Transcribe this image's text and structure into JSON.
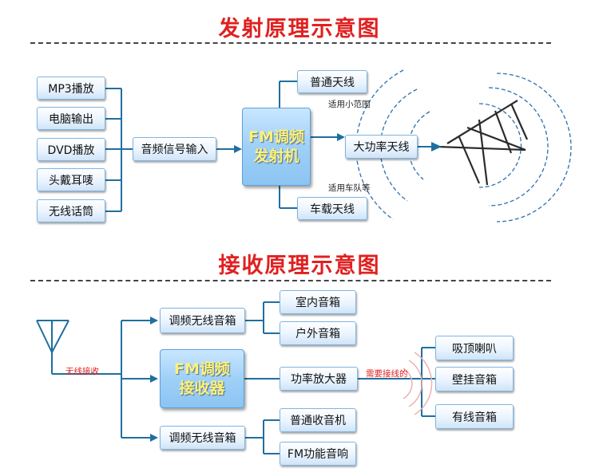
{
  "colors": {
    "accent_red": "#e02020",
    "connector_blue": "#1f6f9f",
    "fm_text": "#fff07a"
  },
  "transmit": {
    "title": "发射原理示意图",
    "sources": [
      "MP3播放",
      "电脑输出",
      "DVD播放",
      "头戴耳唛",
      "无线话筒"
    ],
    "input_label": "音频信号输入",
    "fm_line1": "FM调频",
    "fm_line2": "发射机",
    "antennas": {
      "normal": "普通天线",
      "normal_note": "适用小范围",
      "high_power": "大功率天线",
      "vehicle": "车载天线",
      "vehicle_note": "适用车队等"
    },
    "antenna_icon": "yagi-antenna-with-radio-waves"
  },
  "receive": {
    "title": "接收原理示意图",
    "antenna_icon": "receiving-antenna",
    "wireless_label": "无线接收",
    "speaker_top": "调频无线音箱",
    "speaker_top_outputs": [
      "室内音箱",
      "户外音箱"
    ],
    "fm_line1": "FM调频",
    "fm_line2": "接收器",
    "amplifier": "功率放大器",
    "wired_note": "需要接线的",
    "wired_outputs": [
      "吸顶喇叭",
      "壁挂音箱",
      "有线音箱"
    ],
    "speaker_bottom": "调频无线音箱",
    "speaker_bottom_outputs": [
      "普通收音机",
      "FM功能音响"
    ]
  }
}
